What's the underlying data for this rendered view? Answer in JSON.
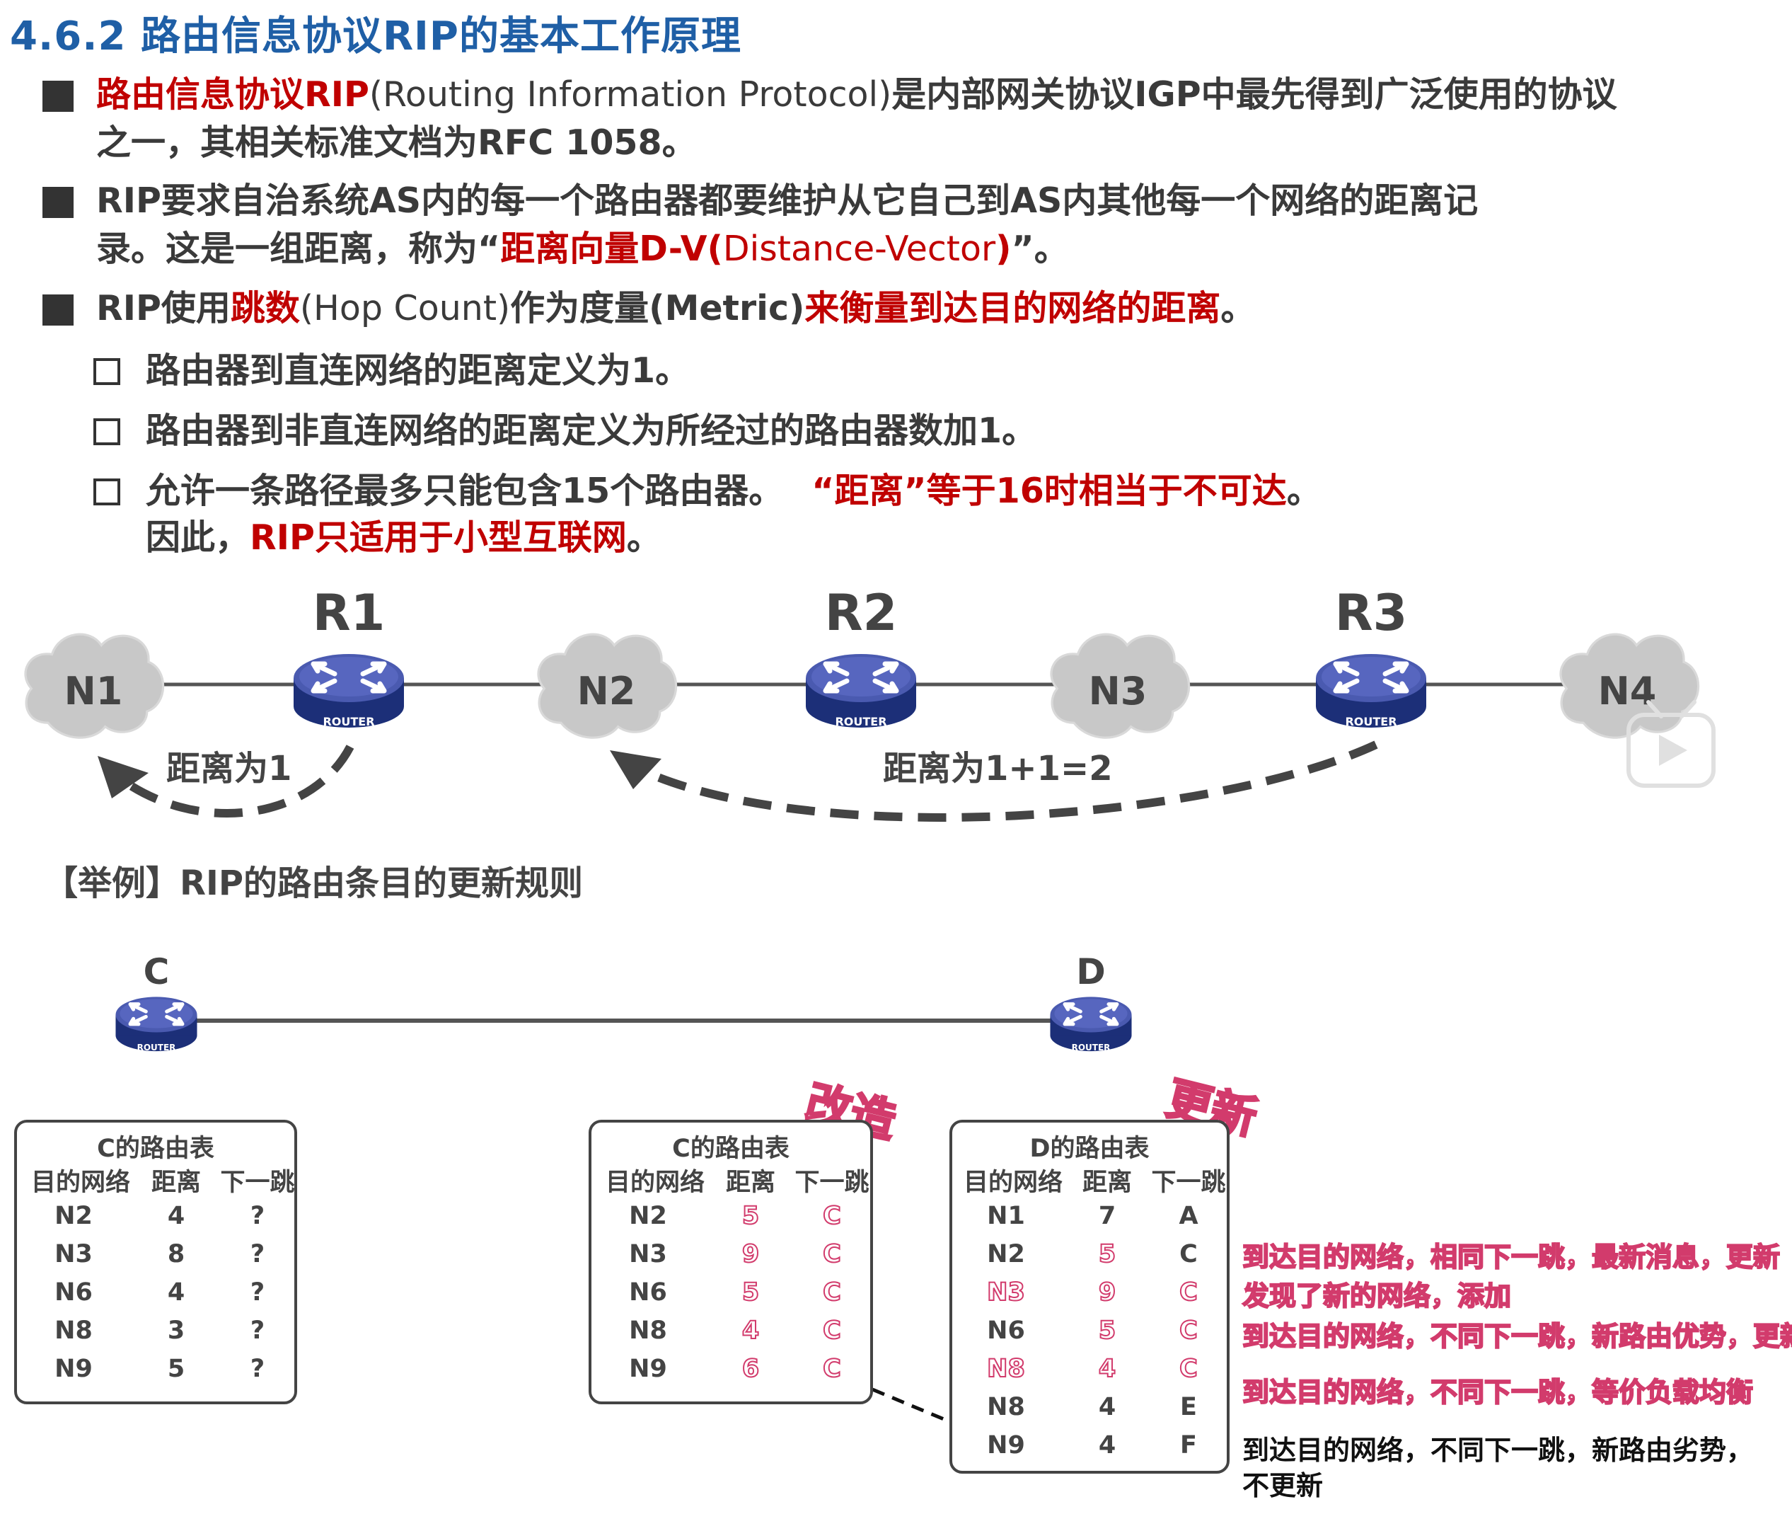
{
  "title": "4.6.2 路由信息协议RIP的基本工作原理",
  "bullets": {
    "b1": {
      "p1": "路由信息协议RIP",
      "p2": "(Routing Information Protocol)",
      "p3": "是内部网关协议IGP中最先得到广泛使用的协议",
      "line2": "之一，其相关标准文档为RFC 1058。"
    },
    "b2": {
      "line1": "RIP要求自治系统AS内的每一个路由器都要维护从它自己到AS内其他每一个网络的距离记",
      "p1": "录。这是一组距离，称为“",
      "p2": "距离向量D-V(",
      "p3": "Distance-Vector",
      "p4": ")",
      "p5": "”。"
    },
    "b3": {
      "p1": "RIP使用",
      "p2": "跳数",
      "p3": "(Hop Count)",
      "p4": "作为度量(Metric)",
      "p5": "来衡量到达目的网络的距离",
      "p6": "。"
    },
    "s1": "路由器到直连网络的距离定义为1。",
    "s2": "路由器到非直连网络的距离定义为所经过的路由器数加1。",
    "s3": {
      "p1": "允许一条路径最多只能包含15个路由器。",
      "p2": "“距离”等于16时相当于不可达",
      "p3": "。",
      "p4": "因此，",
      "p5": "RIP只适用于小型互联网",
      "p6": "。"
    }
  },
  "topology": {
    "networks": [
      "N1",
      "N2",
      "N3",
      "N4"
    ],
    "routers": [
      "R1",
      "R2",
      "R3"
    ],
    "router_badge": "ROUTER",
    "dist1_label": "距离为1",
    "dist2_label": "距离为1+1=2"
  },
  "example": {
    "title": "【举例】RIP的路由条目的更新规则",
    "router_c": "C",
    "router_d": "D",
    "router_badge": "ROUTER",
    "stamp_modify": "改造",
    "stamp_update": "更新",
    "headers": {
      "dest": "目的网络",
      "dist": "距离",
      "next": "下一跳"
    },
    "table_c": {
      "caption": "C的路由表",
      "rows": [
        {
          "dest": "N2",
          "dist": "4",
          "next": "?"
        },
        {
          "dest": "N3",
          "dist": "8",
          "next": "?"
        },
        {
          "dest": "N6",
          "dist": "4",
          "next": "?"
        },
        {
          "dest": "N8",
          "dist": "3",
          "next": "?"
        },
        {
          "dest": "N9",
          "dist": "5",
          "next": "?"
        }
      ]
    },
    "table_c_mod": {
      "caption": "C的路由表",
      "rows": [
        {
          "dest": "N2",
          "dist": "5",
          "next": "C"
        },
        {
          "dest": "N3",
          "dist": "9",
          "next": "C"
        },
        {
          "dest": "N6",
          "dist": "5",
          "next": "C"
        },
        {
          "dest": "N8",
          "dist": "4",
          "next": "C"
        },
        {
          "dest": "N9",
          "dist": "6",
          "next": "C"
        }
      ]
    },
    "table_d": {
      "caption": "D的路由表",
      "rows": [
        {
          "dest": "N1",
          "dist": "7",
          "next": "A"
        },
        {
          "dest": "N2",
          "dist": "5",
          "next": "C"
        },
        {
          "dest": "N3",
          "dist": "9",
          "next": "C"
        },
        {
          "dest": "N6",
          "dist": "5",
          "next": "C"
        },
        {
          "dest": "N8",
          "dist": "4",
          "next": "C"
        },
        {
          "dest": "N8",
          "dist": "4",
          "next": "E"
        },
        {
          "dest": "N9",
          "dist": "4",
          "next": "F"
        }
      ]
    },
    "notes": [
      "到达目的网络，相同下一跳，最新消息，更新",
      "发现了新的网络，添加",
      "到达目的网络，不同下一跳，新路由优势，更新",
      "到达目的网络，不同下一跳，等价负载均衡",
      "到达目的网络，不同下一跳，新路由劣势，",
      "不更新"
    ]
  }
}
